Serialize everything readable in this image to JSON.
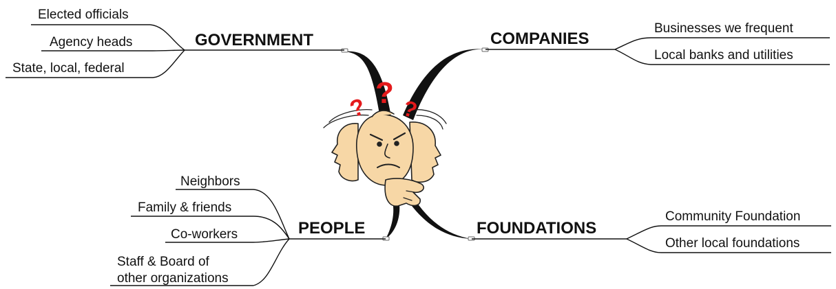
{
  "branches": {
    "government": {
      "title": "GOVERNMENT",
      "items": [
        "Elected officials",
        "Agency heads",
        "State, local, federal"
      ]
    },
    "companies": {
      "title": "COMPANIES",
      "items": [
        "Businesses we frequent",
        "Local banks and utilities"
      ]
    },
    "people": {
      "title": "PEOPLE",
      "items": [
        "Neighbors",
        "Family & friends",
        "Co-workers",
        "Staff & Board of",
        "other organizations"
      ]
    },
    "foundations": {
      "title": "FOUNDATIONS",
      "items": [
        "Community Foundation",
        "Other local foundations"
      ]
    }
  },
  "center": {
    "icon": "confused-heads-icon",
    "symbols": [
      "?",
      "?",
      "?"
    ]
  },
  "colors": {
    "ink": "#111111",
    "question": "#e41a1c",
    "skin": "#f7d7a6"
  }
}
